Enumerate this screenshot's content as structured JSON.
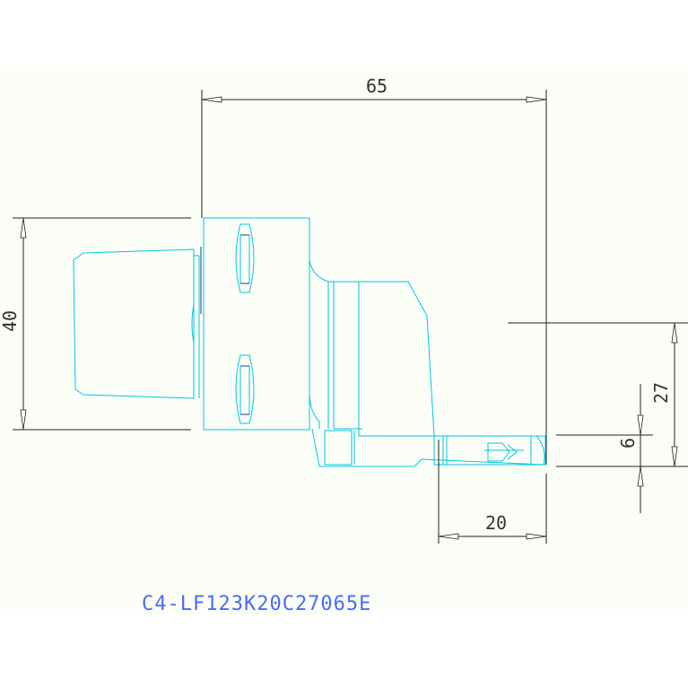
{
  "drawing": {
    "part_code": "C4-LF123K20C27065E",
    "part_color": "#00c8e0",
    "code_color": "#4a6cf7",
    "dimensions": {
      "overall_length": "65",
      "height": "40",
      "center_height": "27",
      "insert_width": "6",
      "insert_length": "20"
    }
  }
}
